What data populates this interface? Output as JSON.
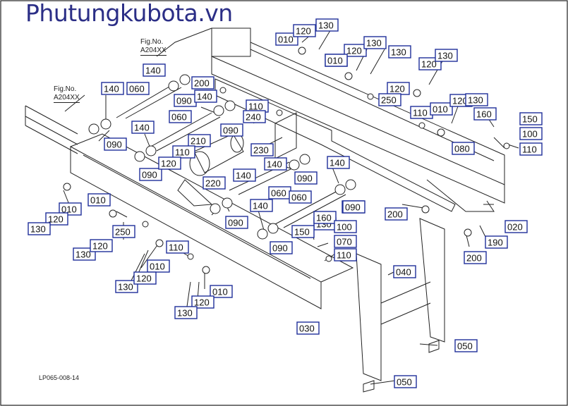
{
  "site_title": "Phutungkubota.vn",
  "fig_refs": [
    {
      "line1": "Fig.No.",
      "line2": "A204XX"
    },
    {
      "line1": "Fig.No.",
      "line2": "A204XX"
    }
  ],
  "doc_code": "LP065-008-14",
  "part_labels": [
    "010",
    "120",
    "130",
    "010",
    "120",
    "130",
    "130",
    "010",
    "120",
    "130",
    "140",
    "200",
    "120",
    "250",
    "140",
    "060",
    "090",
    "140",
    "090",
    "110",
    "240",
    "060",
    "090",
    "110",
    "010",
    "120",
    "130",
    "160",
    "150",
    "100",
    "110",
    "080",
    "140",
    "090",
    "230",
    "210",
    "140",
    "090",
    "110",
    "120",
    "140",
    "090",
    "140",
    "220",
    "060",
    "090",
    "010",
    "060",
    "090",
    "010",
    "120",
    "130",
    "250",
    "130",
    "140",
    "130",
    "120",
    "200",
    "020",
    "090",
    "150",
    "160",
    "100",
    "190",
    "070",
    "110",
    "200",
    "110",
    "010",
    "130",
    "120",
    "040",
    "010",
    "120",
    "030",
    "130",
    "050",
    "050"
  ],
  "colors": {
    "label_border": "#1f2f9a",
    "title": "#2b2e86",
    "line": "#222222"
  }
}
